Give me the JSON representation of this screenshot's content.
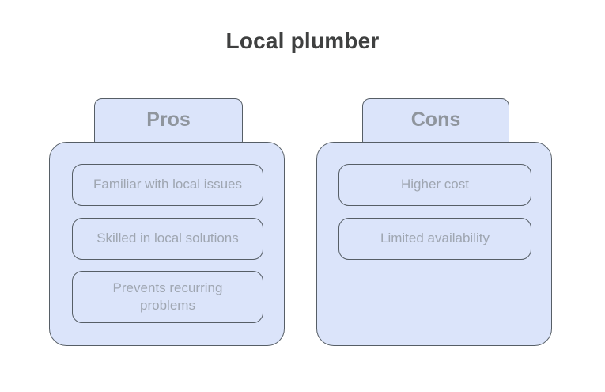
{
  "title": "Local plumber",
  "panels": [
    {
      "label": "Pros",
      "items": [
        "Familiar with local issues",
        "Skilled in local solutions",
        "Prevents recurring problems"
      ]
    },
    {
      "label": "Cons",
      "items": [
        "Higher cost",
        "Limited availability"
      ]
    }
  ],
  "colors": {
    "shape_fill": "#dbe4fa",
    "shape_border": "#565e66",
    "tab_text": "#8f959d",
    "item_text": "#9fa6b1",
    "title_text": "#3f4040",
    "background": "#ffffff"
  }
}
